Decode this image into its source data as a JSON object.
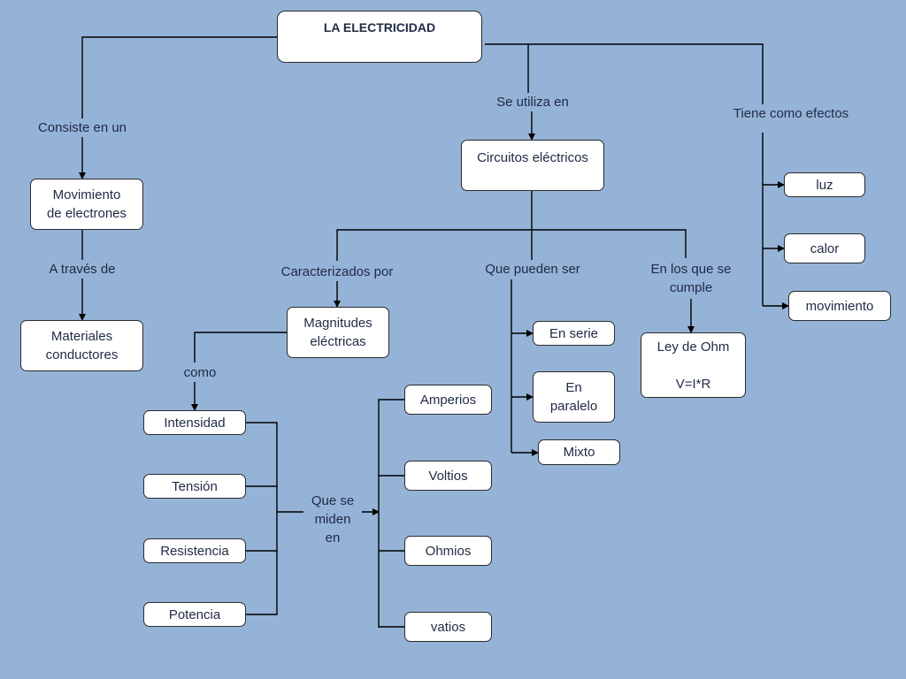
{
  "title": "LA ELECTRICIDAD",
  "nodes": {
    "movimiento_electrones": "Movimiento\nde electrones",
    "materiales_conductores": "Materiales\nconductores",
    "circuitos": "Circuitos eléctricos",
    "magnitudes": "Magnitudes\neléctricas",
    "intensidad": "Intensidad",
    "tension": "Tensión",
    "resistencia": "Resistencia",
    "potencia": "Potencia",
    "amperios": "Amperios",
    "voltios": "Voltios",
    "ohmios": "Ohmios",
    "vatios": "vatios",
    "en_serie": "En serie",
    "en_paralelo": "En\nparalelo",
    "mixto": "Mixto",
    "ley_ohm": "Ley de Ohm\n\nV=I*R",
    "luz": "luz",
    "calor": "calor",
    "movimiento": "movimiento"
  },
  "labels": {
    "consiste": "Consiste en un",
    "a_traves": "A través de",
    "se_utiliza": "Se utiliza en",
    "tiene_efectos": "Tiene como efectos",
    "caracterizados": "Caracterizados por",
    "pueden_ser": "Que pueden ser",
    "en_los_que": "En los que se\ncumple",
    "como": "como",
    "se_miden": "Que se\nmiden\nen"
  },
  "colors": {
    "background": "#95b3d7",
    "box": "#ffffff",
    "line": "#000000",
    "text": "#1f2a44"
  }
}
